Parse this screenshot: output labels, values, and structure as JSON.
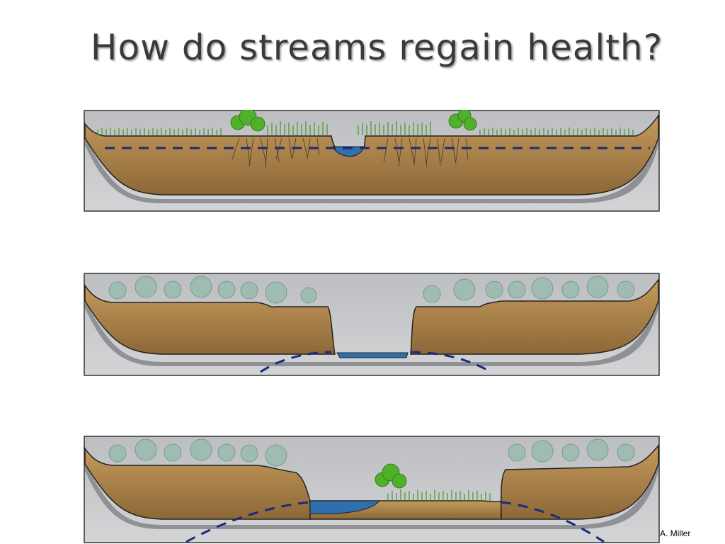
{
  "slide": {
    "title": "How do streams regain health?",
    "credit": "A. Miller"
  },
  "colors": {
    "bedrock": "#c8c9cb",
    "bedrock_dark": "#8f9194",
    "soil_top": "#b98c50",
    "soil_bottom": "#8e6a3a",
    "water": "#2e6fae",
    "water_table": "#1c2a7a",
    "grass": "#3f9a23",
    "shrub": "#9fbcb3",
    "roots": "#4a3726"
  },
  "panels": [
    {
      "name": "stage-1-healthy-floodplain"
    },
    {
      "name": "stage-2-incised-channel"
    },
    {
      "name": "stage-3-recovering-channel"
    }
  ]
}
